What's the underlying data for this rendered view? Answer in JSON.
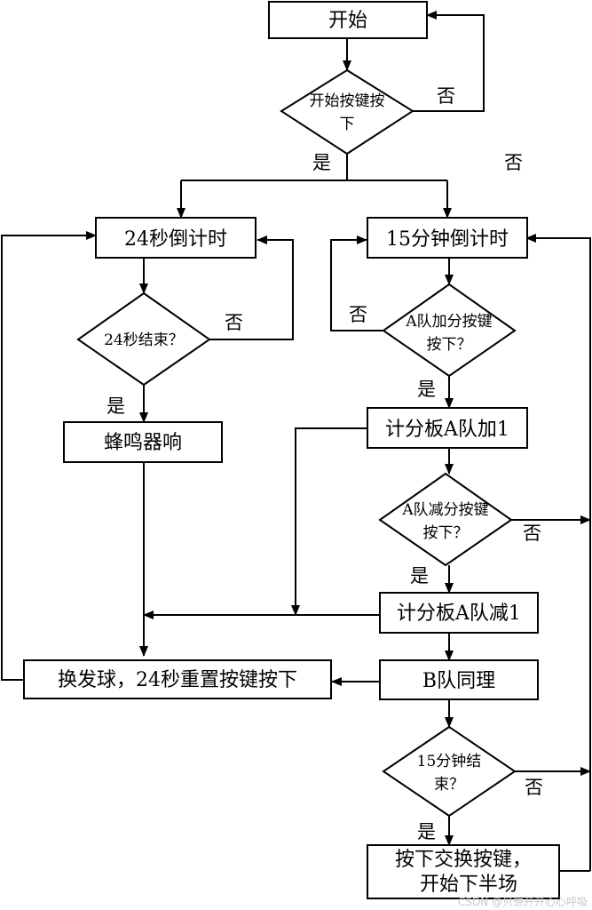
{
  "nodes": {
    "start": "开始",
    "start_key_1": "开始按键按",
    "start_key_2": "下",
    "timer24": "24秒倒计时",
    "timer15": "15分钟倒计时",
    "end24": "24秒结束？",
    "buzzer": "蜂鸣器响",
    "a_add_key_1": "A队加分按键",
    "a_add_key_2": "按下？",
    "score_a_add": "计分板A队加1",
    "a_sub_key_1": "A队减分按键",
    "a_sub_key_2": "按下？",
    "score_a_sub": "计分板A队减1",
    "reset": "换发球，24秒重置按键按下",
    "team_b": "B队同理",
    "end15_1": "15分钟结",
    "end15_2": "束？",
    "swap_1": "按下交换按键，",
    "swap_2": "开始下半场"
  },
  "labels": {
    "yes": "是",
    "no": "否"
  },
  "watermark": "CSDN @只想开开心心呼吸"
}
